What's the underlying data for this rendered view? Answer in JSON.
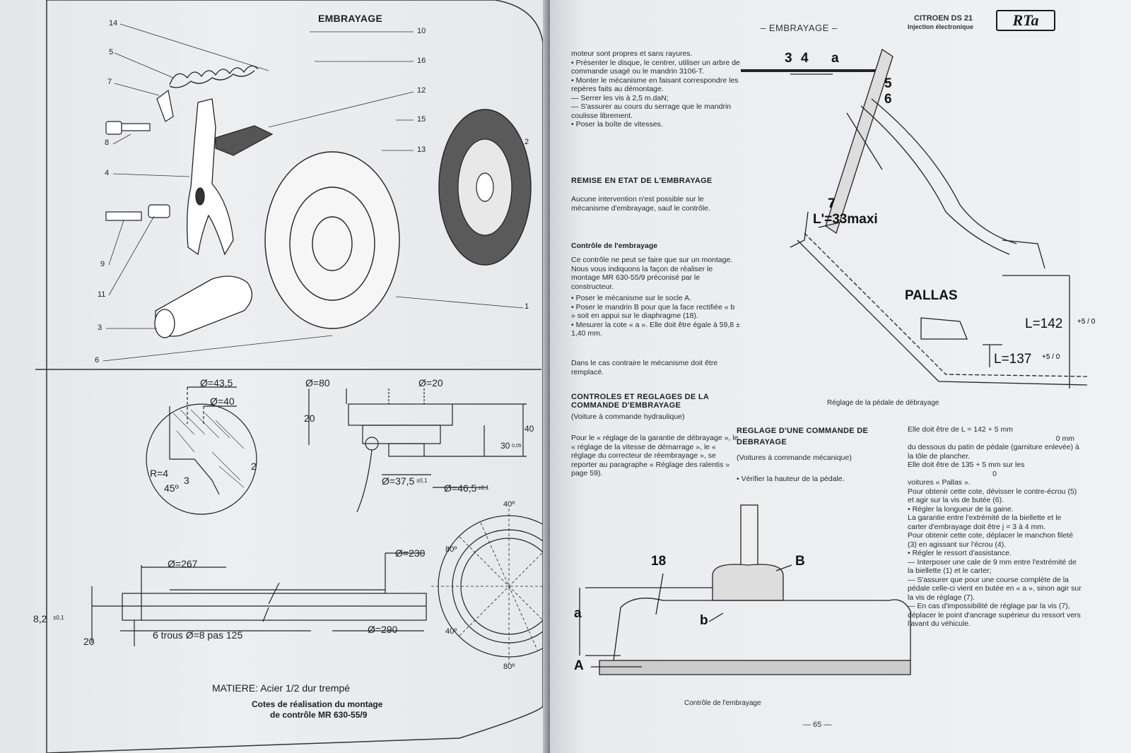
{
  "left": {
    "title": "EMBRAYAGE",
    "parts": [
      "14",
      "5",
      "7",
      "8",
      "4",
      "9",
      "11",
      "3",
      "6",
      "10",
      "16",
      "12",
      "15",
      "13",
      "2",
      "1"
    ],
    "dims": {
      "d435": "Ø=43,5",
      "d40": "Ø=40",
      "d80": "Ø=80",
      "d20": "Ø=20",
      "h20": "20",
      "h40": "40",
      "h30": "30",
      "t05": "0,05",
      "r4": "R=4",
      "n3": "3",
      "n2": "2",
      "a45": "45º",
      "d375": "Ø=37,5",
      "tol01a": "±0,1",
      "d465": "Ø=46,5",
      "tol01b": "±0,1",
      "d267": "Ø=267",
      "d230": "Ø=230",
      "d290": "Ø=290",
      "w82": "8,2",
      "tol01c": "±0,1",
      "w20": "20",
      "holes": "6 trous Ø=8 pas 125",
      "a40t": "40º",
      "a80l": "80º",
      "a40b": "40º",
      "a80b": "80º"
    },
    "material": "MATIERE: Acier 1/2 dur trempé",
    "caption_line1": "Cotes de réalisation du montage",
    "caption_line2": "de contrôle MR 630-55/9"
  },
  "right": {
    "header_center": "– EMBRAYAGE –",
    "header_model": "CITROEN DS 21",
    "header_sub": "Injection électronique",
    "logo": "RTa",
    "col1": {
      "intro": "moteur sont propres et sans rayures.",
      "bullets": [
        "• Présenter le disque, le centrer, utiliser un arbre de commande usagé ou le mandrin 3106-T.",
        "• Monter le mécanisme en faisant correspondre les repères faits au démontage.",
        "— Serrer les vis à 2,5 m.daN;",
        "— S'assurer au cours du serrage que le mandrin coulisse librement.",
        "• Poser la boîte de vitesses."
      ],
      "h_remise": "REMISE EN ETAT DE L'EMBRAYAGE",
      "p_remise": "Aucune intervention n'est possible sur le mécanisme d'embrayage, sauf le contrôle.",
      "h_controle": "Contrôle de l'embrayage",
      "p_controle": "Ce contrôle ne peut se faire que sur un montage. Nous vous indiquons la façon de réaliser le montage MR 630-55/9 préconisé par le constructeur.",
      "bullets2": [
        "• Poser le mécanisme sur le socle A.",
        "• Poser le mandrin B pour que la face rectifiée « b » soit en appui sur le diaphragme (18).",
        "• Mesurer la cote « a ». Elle doit être égale à 59,8 ± 1,40 mm."
      ],
      "p_cas": "Dans le cas contraire le mécanisme doit être remplacé.",
      "h_controles": "CONTROLES ET REGLAGES DE LA COMMANDE D'EMBRAYAGE",
      "h_controles_sub": "(Voiture à commande hydraulique)",
      "p_pour": "Pour le « réglage de la garantie de débrayage », le « réglage de la vitesse de démarrage », le « réglage du correcteur de réembrayage », se reporter au paragraphe « Réglage des ralentis » page 59)."
    },
    "col2": {
      "h_reglage": "REGLAGE D'UNE COMMANDE DE DEBRAYAGE",
      "h_reglage_sub": "(Voitures à commande mécanique)",
      "bullet": "• Vérifier la hauteur de la pédale."
    },
    "col3": {
      "p1": "Elle doit être de L = 142 + 5 mm",
      "p1b": "0 mm",
      "p2": "du dessous du patin de pédale (garniture enlevée) à la tôle de plancher.",
      "p3": "Elle doit être de 135 + 5 mm sur les",
      "p3b": "0",
      "p4": "voitures « Pallas ».",
      "p5": "Pour obtenir cette cote, dévisser le contre-écrou (5) et agir sur la vis de butée (6).",
      "b1": "• Régler la longueur de la gaine.",
      "p6": "La garantie entre l'extrémité de la biellette et le carter d'embrayage doit être j = 3 à 4 mm.",
      "p7": "Pour obtenir cette cote, déplacer le manchon fileté (3) en agissant sur l'écrou (4).",
      "b2": "• Régler le ressort d'assistance.",
      "d1": "— Interposer une cale de 9 mm entre l'extrémité de la biellette (1) et le carter;",
      "d2": "— S'assurer que pour une course complète de la pédale celle-ci vient en butée en « a », sinon agir sur la vis de réglage (7).",
      "d3": "— En cas d'impossibilité de réglage par la vis (7), déplacer le point d'ancrage supérieur du ressort vers l'avant du véhicule."
    },
    "pedal": {
      "n3": "3",
      "n4": "4",
      "na": "a",
      "n5": "5",
      "n6": "6",
      "n7": "7",
      "lmax": "L'=33maxi",
      "pallas": "PALLAS",
      "l142": "L=142",
      "l142tol": "+5 / 0",
      "l137": "L=137",
      "l137tol": "+5 / 0",
      "caption": "Réglage de la pédale de débrayage"
    },
    "gauge": {
      "n18": "18",
      "nB": "B",
      "na": "a",
      "nb": "b",
      "nA": "A",
      "caption": "Contrôle de l'embrayage"
    },
    "page_number": "— 65 —"
  }
}
